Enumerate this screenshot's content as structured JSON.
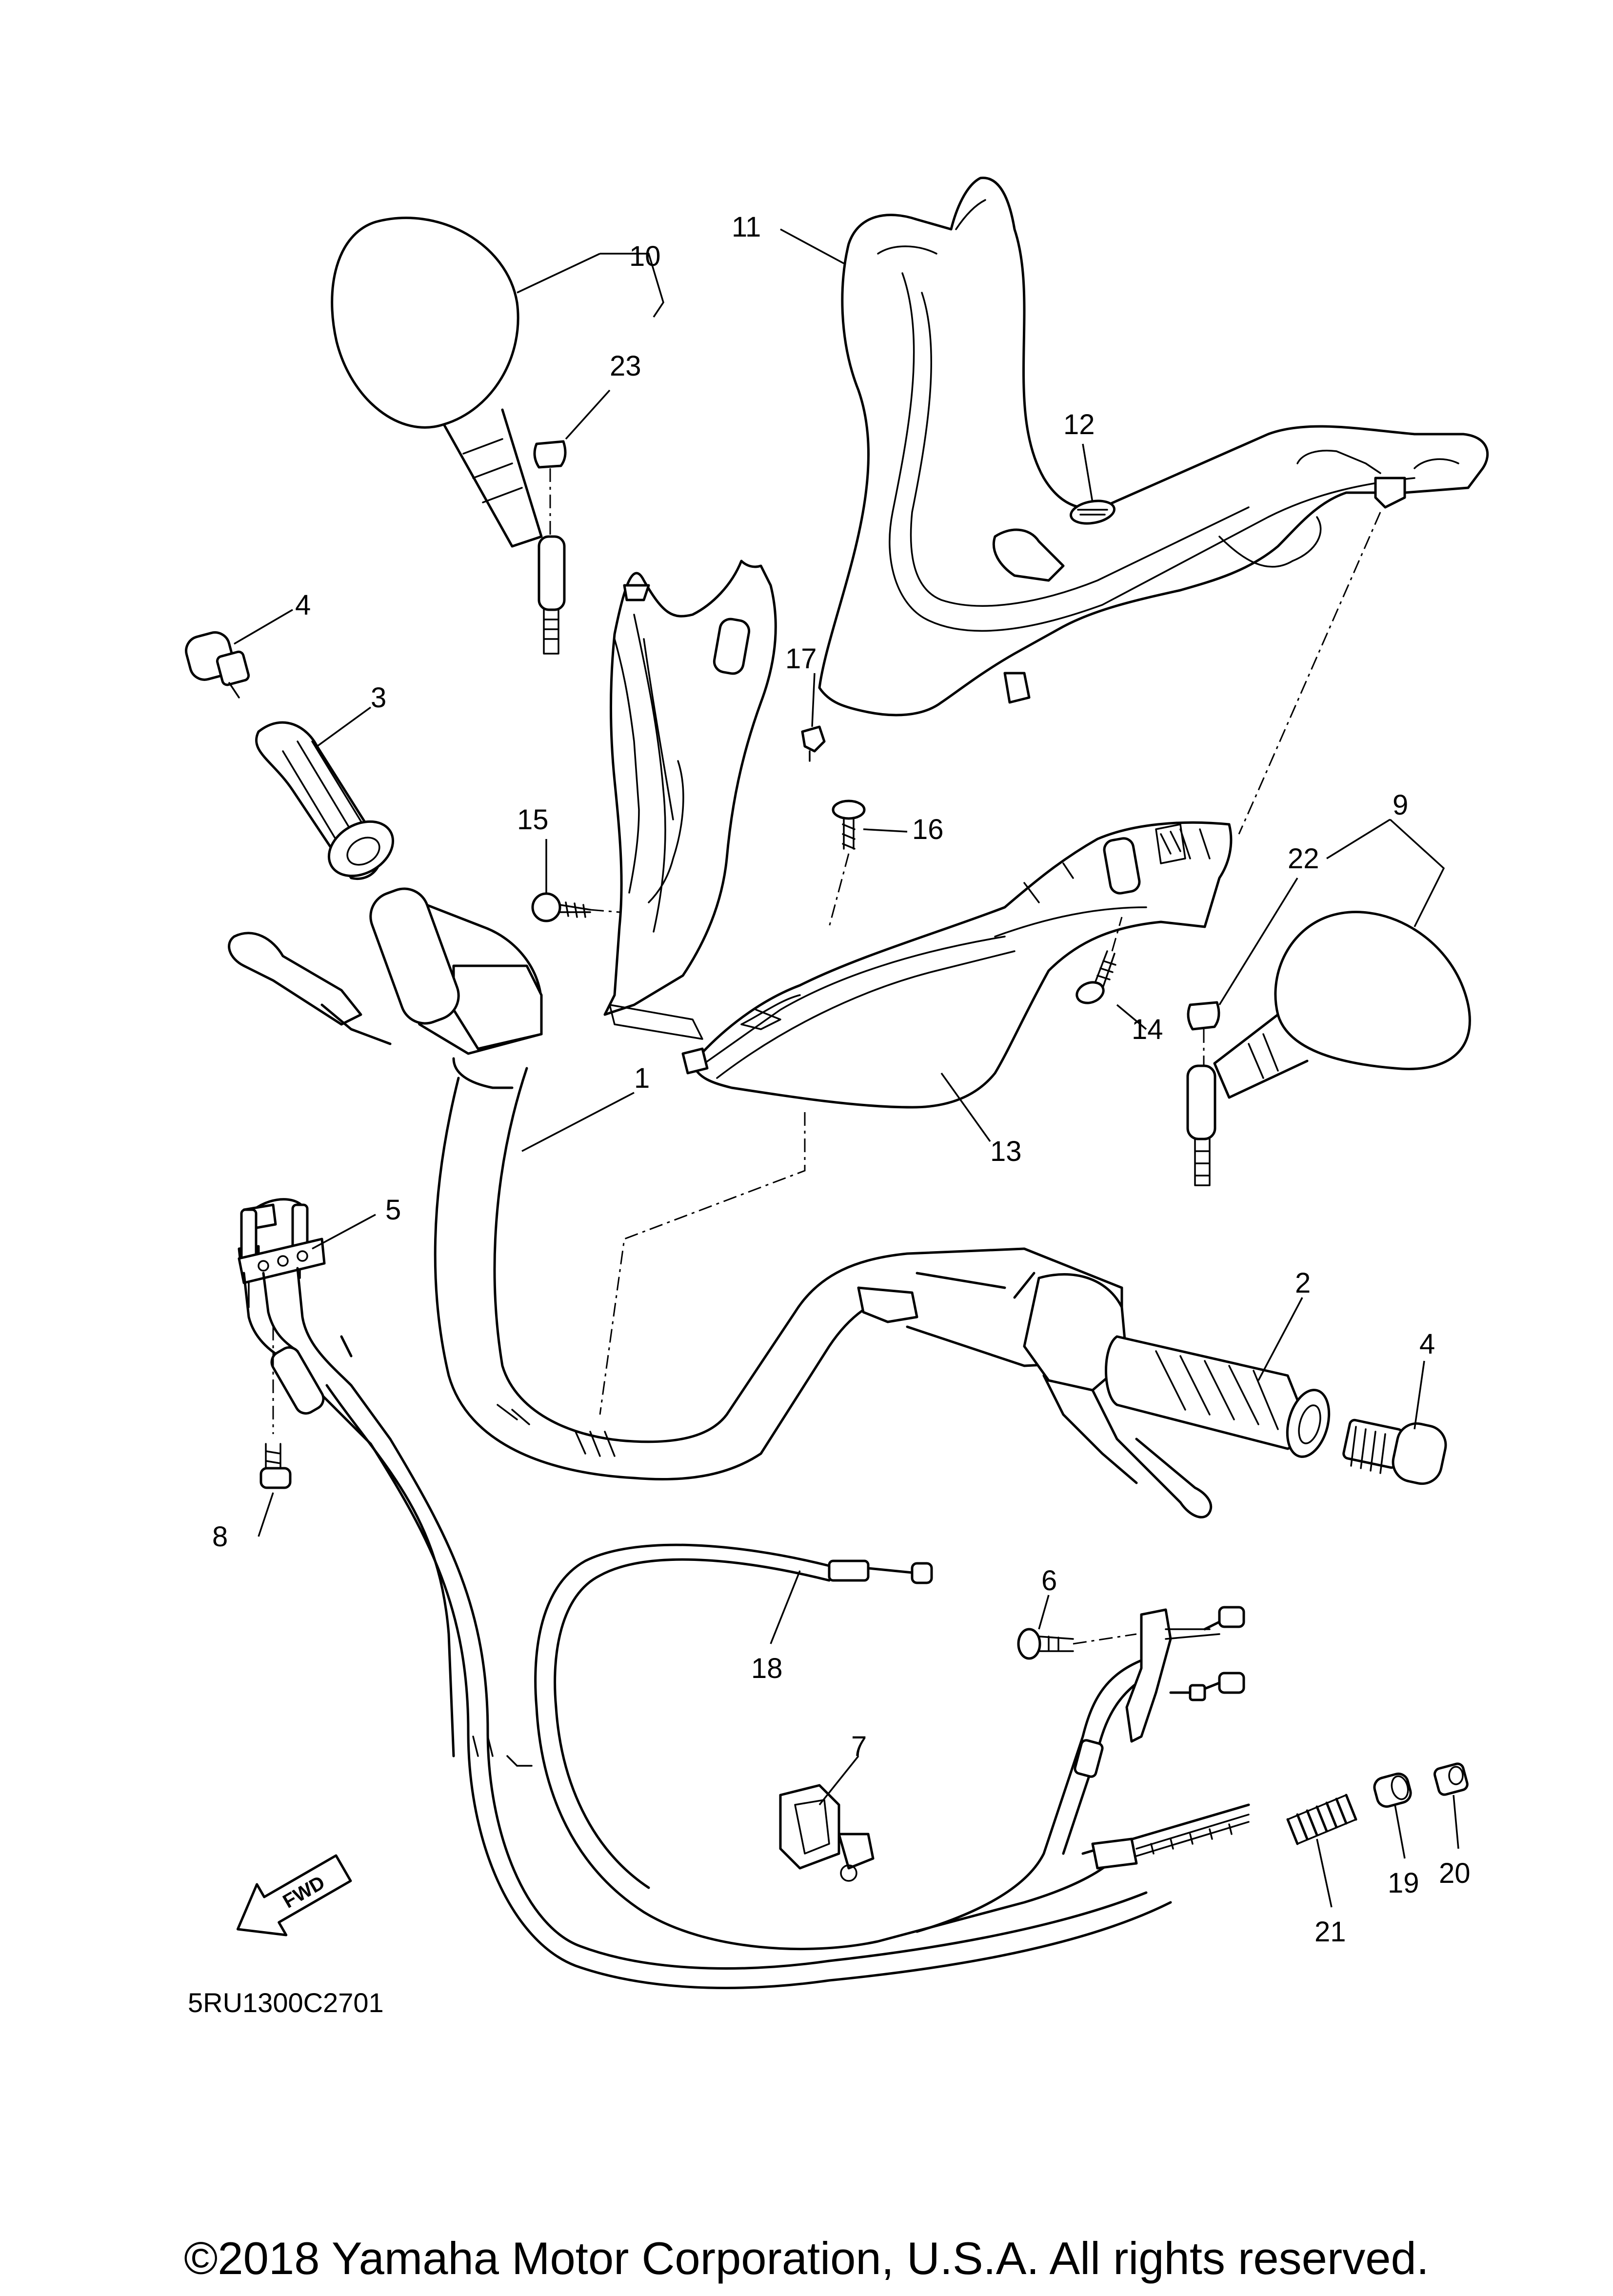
{
  "diagram": {
    "code": "5RU1300C2701",
    "fwd_label": "FWD",
    "copyright": "©2018 Yamaha Motor Corporation, U.S.A. All rights reserved.",
    "callouts": {
      "c1": "1",
      "c2": "2",
      "c3": "3",
      "c4a": "4",
      "c4b": "4",
      "c5": "5",
      "c6": "6",
      "c7": "7",
      "c8": "8",
      "c9": "9",
      "c10": "10",
      "c11": "11",
      "c12": "12",
      "c13": "13",
      "c14": "14",
      "c15": "15",
      "c16": "16",
      "c17": "17",
      "c18": "18",
      "c19": "19",
      "c20": "20",
      "c21": "21",
      "c22": "22",
      "c23": "23"
    }
  }
}
